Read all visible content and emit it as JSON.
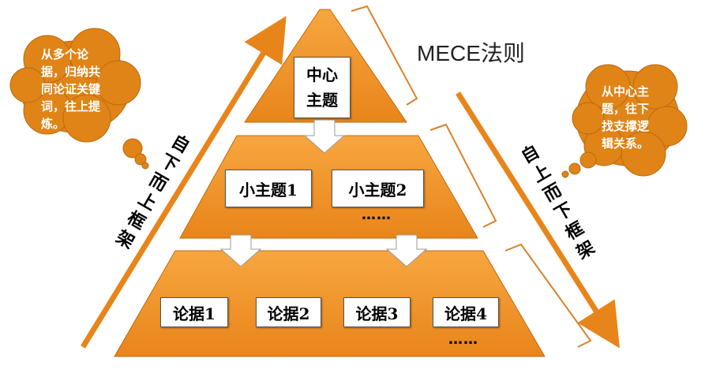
{
  "title": "MECE法则",
  "top_tier": {
    "label": "中心主题"
  },
  "middle_tier": {
    "items": [
      "小主题1",
      "小主题2"
    ],
    "more": "……"
  },
  "bottom_tier": {
    "items": [
      "论据1",
      "论据2",
      "论据3",
      "论据4"
    ],
    "more": "……"
  },
  "left_arrow_label": "自下而上框架",
  "right_arrow_label": "自上而下框架",
  "left_cloud": {
    "text": "从多个论据，归纳共同论证关键词，往上提炼。"
  },
  "right_cloud": {
    "text": "从中心主题，往下找支撑逻辑关系。"
  },
  "colors": {
    "orange": "#F0901E",
    "cloud": "#E08417",
    "bracket": "#D9822B"
  }
}
